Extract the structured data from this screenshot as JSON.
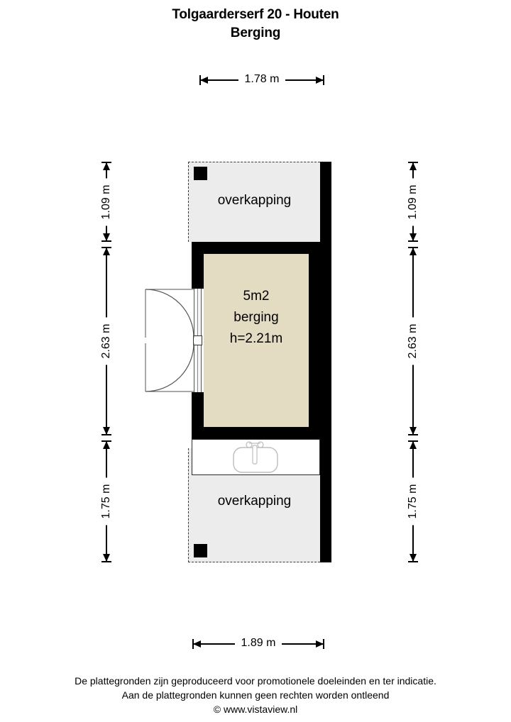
{
  "title": {
    "line1": "Tolgaarderserf 20 - Houten",
    "line2": "Berging"
  },
  "dimensions": {
    "top_width": "1.78 m",
    "bottom_width": "1.89 m",
    "left": [
      "1.09 m",
      "2.63 m",
      "1.75 m"
    ],
    "right": [
      "1.09 m",
      "2.63 m",
      "1.75 m"
    ]
  },
  "plan": {
    "canopy_top_label": "overkapping",
    "canopy_bottom_label": "overkapping",
    "room": {
      "area": "5m2",
      "name": "berging",
      "height": "h=2.21m"
    }
  },
  "colors": {
    "room_fill": "#e3dcc3",
    "canopy_fill": "#ececec",
    "wall": "#000000",
    "fixture_outline": "#bdbdbd"
  },
  "footer": {
    "line1": "De plattegronden zijn geproduceerd voor promotionele doeleinden en ter indicatie.",
    "line2": "Aan de plattegronden kunnen geen rechten worden ontleend",
    "line3": "© www.vistaview.nl"
  }
}
